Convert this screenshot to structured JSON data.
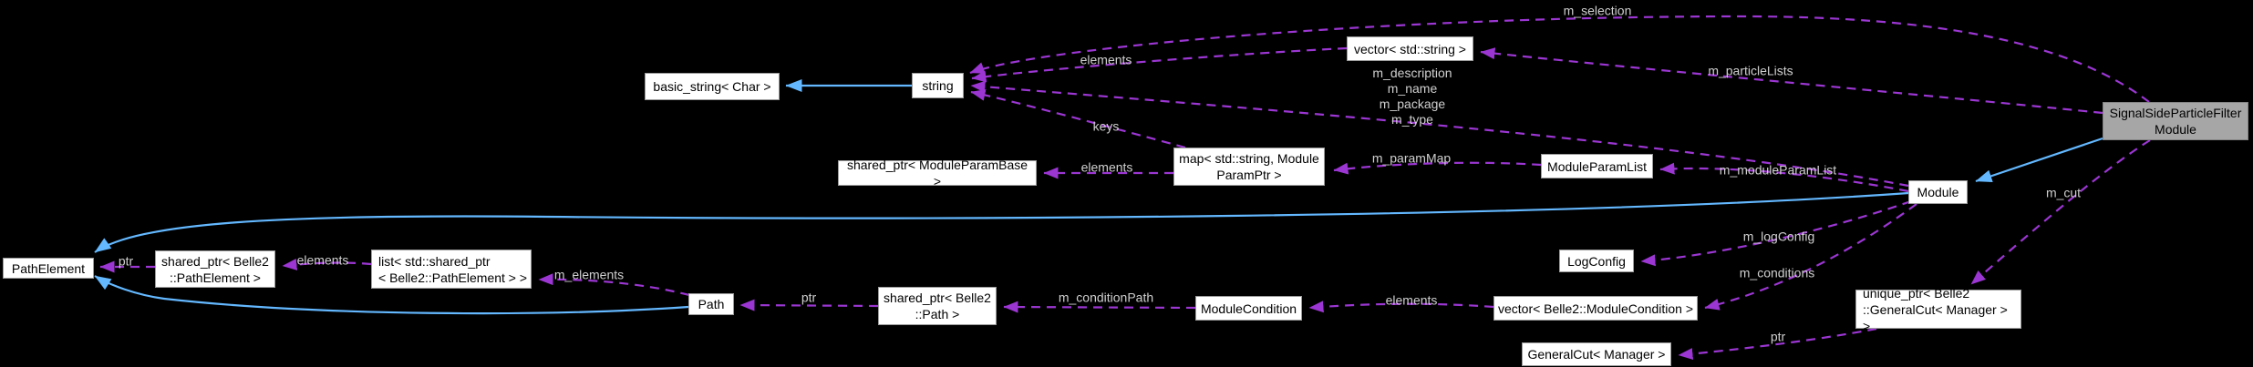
{
  "diagram": {
    "kind": "collaboration-graph",
    "background": "#000000",
    "colors": {
      "node_fill": "#ffffff",
      "node_border": "#9c9c9c",
      "node_text": "#000000",
      "selected_node_fill": "#a6a6a6",
      "selected_node_border": "#848484",
      "usage_edge": "#9b36d2",
      "inheritance_edge": "#63b8ff",
      "edge_label_text": "#cfcfcf"
    },
    "nodes": {
      "basic_string": "basic_string< Char >",
      "string": "string",
      "vector_string": "vector< std::string >",
      "signal_side_particle_filter_module": "SignalSideParticleFilter\nModule",
      "shared_ptr_module_param_base": "shared_ptr< ModuleParamBase >",
      "map_module_param_ptr": "map< std::string, Module\nParamPtr >",
      "module_param_list": "ModuleParamList",
      "module": "Module",
      "path_element": "PathElement",
      "shared_ptr_path_element": "shared_ptr< Belle2\n::PathElement >",
      "list_shared_ptr_path_element": "list< std::shared_ptr\n< Belle2::PathElement > >",
      "log_config": "LogConfig",
      "path": "Path",
      "shared_ptr_path": "shared_ptr< Belle2\n::Path >",
      "module_condition": "ModuleCondition",
      "vector_module_condition": "vector< Belle2::ModuleCondition >",
      "unique_ptr_general_cut": "unique_ptr< Belle2\n::GeneralCut< Manager > >",
      "general_cut_manager": "GeneralCut< Manager >"
    },
    "edge_labels": {
      "m_selection": "m_selection",
      "elements_vector_string": "elements",
      "m_particleLists": "m_particleLists",
      "module_string_members": "m_description\nm_name\nm_package\nm_type",
      "keys": "keys",
      "elements_param_map": "elements",
      "m_paramMap": "m_paramMap",
      "m_moduleParamList": "m_moduleParamList",
      "m_logConfig": "m_logConfig",
      "m_conditions": "m_conditions",
      "m_cut": "m_cut",
      "ptr_general_cut": "ptr",
      "elements_module_condition": "elements",
      "m_conditionPath": "m_conditionPath",
      "ptr_path": "ptr",
      "m_elements": "m_elements",
      "elements_path_element": "elements",
      "ptr_path_element": "ptr"
    },
    "edges": [
      {
        "from": "string",
        "to": "basic_string< Char >",
        "type": "inheritance",
        "label": ""
      },
      {
        "from": "SignalSideParticleFilterModule",
        "to": "Module",
        "type": "inheritance",
        "label": ""
      },
      {
        "from": "Module",
        "to": "PathElement",
        "type": "inheritance",
        "label": ""
      },
      {
        "from": "Path",
        "to": "PathElement",
        "type": "inheritance",
        "label": ""
      },
      {
        "from": "vector< std::string >",
        "to": "string",
        "type": "usage",
        "label": "elements"
      },
      {
        "from": "SignalSideParticleFilterModule",
        "to": "string",
        "type": "usage",
        "label": "m_selection"
      },
      {
        "from": "SignalSideParticleFilterModule",
        "to": "vector< std::string >",
        "type": "usage",
        "label": "m_particleLists"
      },
      {
        "from": "Module",
        "to": "string",
        "type": "usage",
        "label": "m_description m_name m_package m_type"
      },
      {
        "from": "map< std::string, ModuleParamPtr >",
        "to": "string",
        "type": "usage",
        "label": "keys"
      },
      {
        "from": "map< std::string, ModuleParamPtr >",
        "to": "shared_ptr< ModuleParamBase >",
        "type": "usage",
        "label": "elements"
      },
      {
        "from": "ModuleParamList",
        "to": "map< std::string, ModuleParamPtr >",
        "type": "usage",
        "label": "m_paramMap"
      },
      {
        "from": "Module",
        "to": "ModuleParamList",
        "type": "usage",
        "label": "m_moduleParamList"
      },
      {
        "from": "Module",
        "to": "LogConfig",
        "type": "usage",
        "label": "m_logConfig"
      },
      {
        "from": "Module",
        "to": "vector< Belle2::ModuleCondition >",
        "type": "usage",
        "label": "m_conditions"
      },
      {
        "from": "SignalSideParticleFilterModule",
        "to": "unique_ptr< Belle2::GeneralCut< Manager > >",
        "type": "usage",
        "label": "m_cut"
      },
      {
        "from": "unique_ptr< Belle2::GeneralCut< Manager > >",
        "to": "GeneralCut< Manager >",
        "type": "usage",
        "label": "ptr"
      },
      {
        "from": "vector< Belle2::ModuleCondition >",
        "to": "ModuleCondition",
        "type": "usage",
        "label": "elements"
      },
      {
        "from": "ModuleCondition",
        "to": "shared_ptr< Belle2::Path >",
        "type": "usage",
        "label": "m_conditionPath"
      },
      {
        "from": "shared_ptr< Belle2::Path >",
        "to": "Path",
        "type": "usage",
        "label": "ptr"
      },
      {
        "from": "Path",
        "to": "list< std::shared_ptr< Belle2::PathElement > >",
        "type": "usage",
        "label": "m_elements"
      },
      {
        "from": "list< std::shared_ptr< Belle2::PathElement > >",
        "to": "shared_ptr< Belle2::PathElement >",
        "type": "usage",
        "label": "elements"
      },
      {
        "from": "shared_ptr< Belle2::PathElement >",
        "to": "PathElement",
        "type": "usage",
        "label": "ptr"
      }
    ]
  }
}
